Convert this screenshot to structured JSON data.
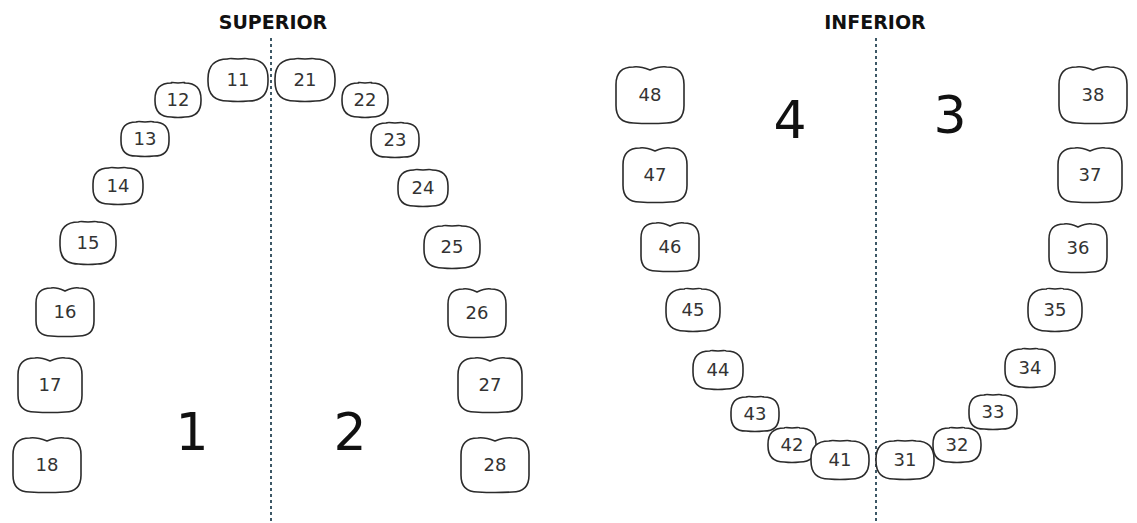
{
  "diagram": {
    "nodes": [
      {
        "text": [
          "18"
        ]
      },
      {
        "text": [
          "17"
        ]
      },
      {
        "text": [
          "16"
        ]
      },
      {
        "text": [
          "15"
        ]
      },
      {
        "text": [
          "14"
        ]
      },
      {
        "text": [
          "13"
        ]
      },
      {
        "text": [
          "12"
        ]
      },
      {
        "text": [
          "11"
        ]
      },
      {
        "text": [
          "21"
        ]
      },
      {
        "text": [
          "22"
        ]
      },
      {
        "text": [
          "23"
        ]
      },
      {
        "text": [
          "24"
        ]
      },
      {
        "text": [
          "25"
        ]
      },
      {
        "text": [
          "26"
        ]
      },
      {
        "text": [
          "27"
        ]
      },
      {
        "text": [
          "28"
        ]
      },
      {
        "text": [
          "48"
        ]
      },
      {
        "text": [
          "47"
        ]
      },
      {
        "text": [
          "46"
        ]
      },
      {
        "text": [
          "45"
        ]
      },
      {
        "text": [
          "44"
        ]
      },
      {
        "text": [
          "43"
        ]
      },
      {
        "text": [
          "42"
        ]
      },
      {
        "text": [
          "41"
        ]
      },
      {
        "text": [
          "31"
        ]
      },
      {
        "text": [
          "32"
        ]
      },
      {
        "text": [
          "33"
        ]
      },
      {
        "text": [
          "34"
        ]
      },
      {
        "text": [
          "35"
        ]
      },
      {
        "text": [
          "36"
        ]
      },
      {
        "text": [
          "37"
        ]
      },
      {
        "text": [
          "38"
        ]
      }
    ],
    "labels": [
      "SUPERIOR",
      "INFERIOR",
      "1",
      "2",
      "4",
      "3"
    ]
  }
}
